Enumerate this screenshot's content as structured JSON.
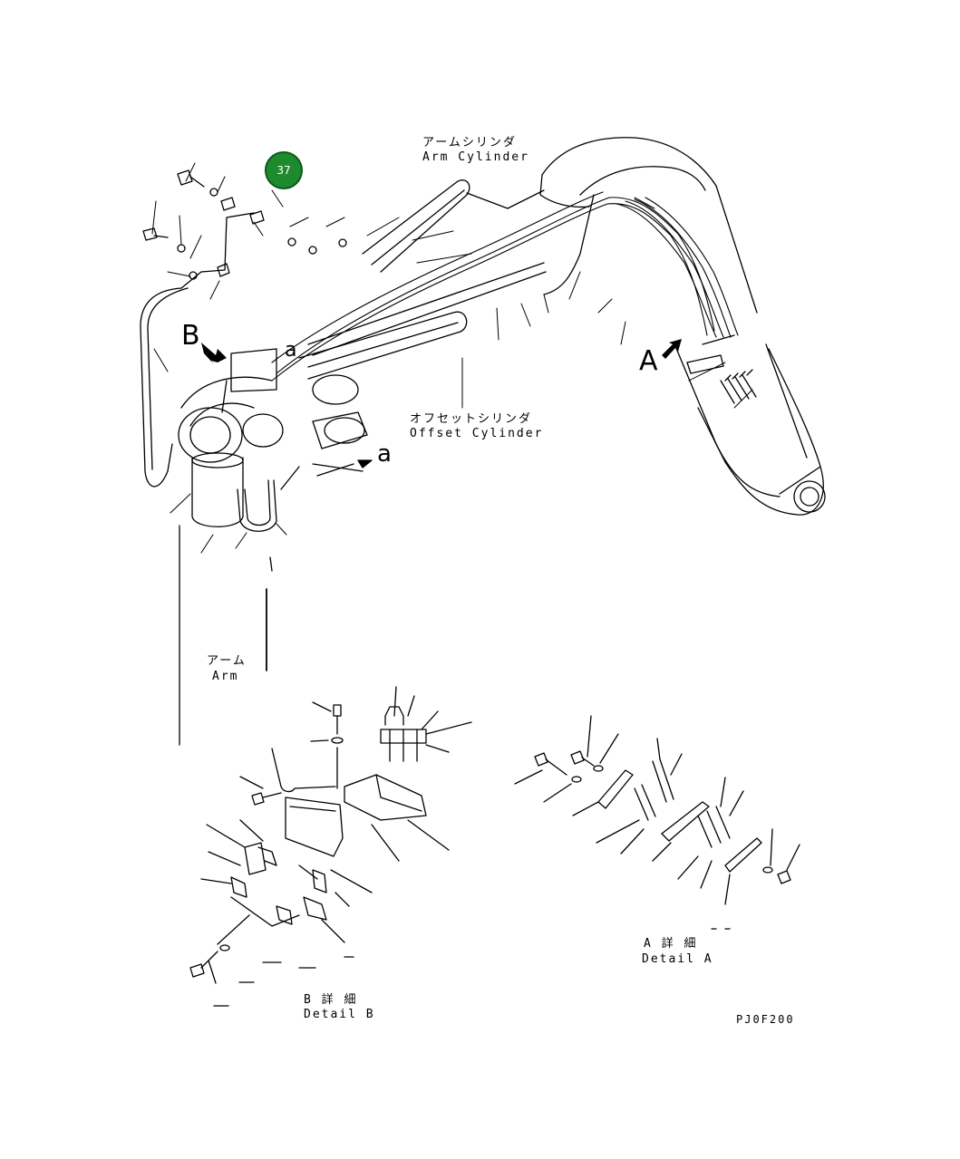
{
  "badge": {
    "number": "37",
    "color": "#1e8a2e"
  },
  "labels": {
    "arm_cylinder_jp": "アームシリンダ",
    "arm_cylinder_en": "Arm Cylinder",
    "offset_cylinder_jp": "オフセットシリンダ",
    "offset_cylinder_en": "Offset Cylinder",
    "arm_jp": "アーム",
    "arm_en": "Arm",
    "detail_a_jp": "A 詳 細",
    "detail_a_en": "Detail A",
    "detail_b_jp": "B 詳 細",
    "detail_b_en": "Detail B",
    "view_a": "A",
    "view_b": "B",
    "view_a_lower": "a",
    "view_a_lower_2": "a",
    "drawing_code": "PJ0F200"
  }
}
